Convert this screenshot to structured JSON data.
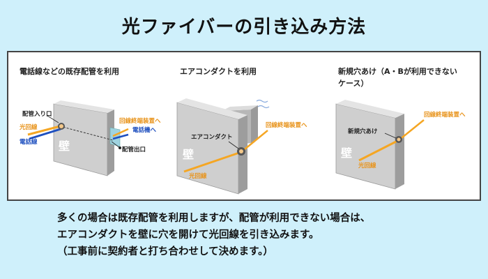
{
  "title": "光ファイバーの引き込み方法",
  "sections": [
    {
      "title": "電話線などの既存配管を利用",
      "labels": {
        "pipe_inlet": "配管入り口",
        "fiber": "光回線",
        "phone_line": "電話線",
        "wall": "壁",
        "terminal": "回線終端装置へ",
        "phone_device": "電話機へ",
        "pipe_outlet": "配管出口"
      }
    },
    {
      "title": "エアコンダクトを利用",
      "labels": {
        "terminal": "回線終端装置へ",
        "duct": "エアコンダクト",
        "wall": "壁",
        "fiber": "光回線"
      }
    },
    {
      "title_line1": "新規穴あけ（A・Bが利用できない",
      "title_line2": "ケース）",
      "labels": {
        "terminal": "回線終端装置へ",
        "new_hole": "新規穴あけ",
        "wall": "壁",
        "fiber": "光回線"
      }
    }
  ],
  "description": [
    "多くの場合は既存配管を利用しますが、配管が利用できない場合は、",
    "エアコンダクトを壁に穴を開けて光回線を引き込みます。",
    "（工事前に契約者と打ち合わせして決めます。）"
  ],
  "colors": {
    "background": "#cff0fb",
    "fiber": "#f5a623",
    "phone_line": "#1e4fbf",
    "wall_front": "#cfcfcf",
    "wall_side": "#9d9d9d",
    "wall_top": "#e4e4e4",
    "label_orange": "#e8931a",
    "label_blue": "#1e4fbf"
  }
}
